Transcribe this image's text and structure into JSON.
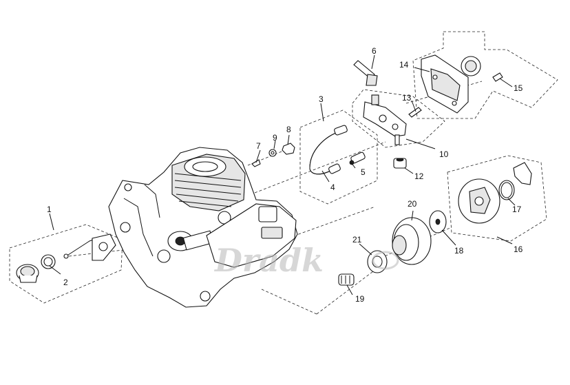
{
  "callouts": {
    "c1": "1",
    "c2": "2",
    "c3": "3",
    "c4": "4",
    "c5": "5",
    "c6": "6",
    "c7": "7",
    "c8": "8",
    "c9": "9",
    "c10": "10",
    "c11": "12",
    "c12": "13",
    "c13": "14",
    "c14": "15",
    "c15": "16",
    "c16": "17",
    "c17": "18",
    "c18": "19",
    "c19": "20",
    "c20": "21"
  },
  "watermark": "Dradk",
  "colors": {
    "line": "#111111",
    "background": "#ffffff",
    "watermark": "#b8b8b8"
  }
}
